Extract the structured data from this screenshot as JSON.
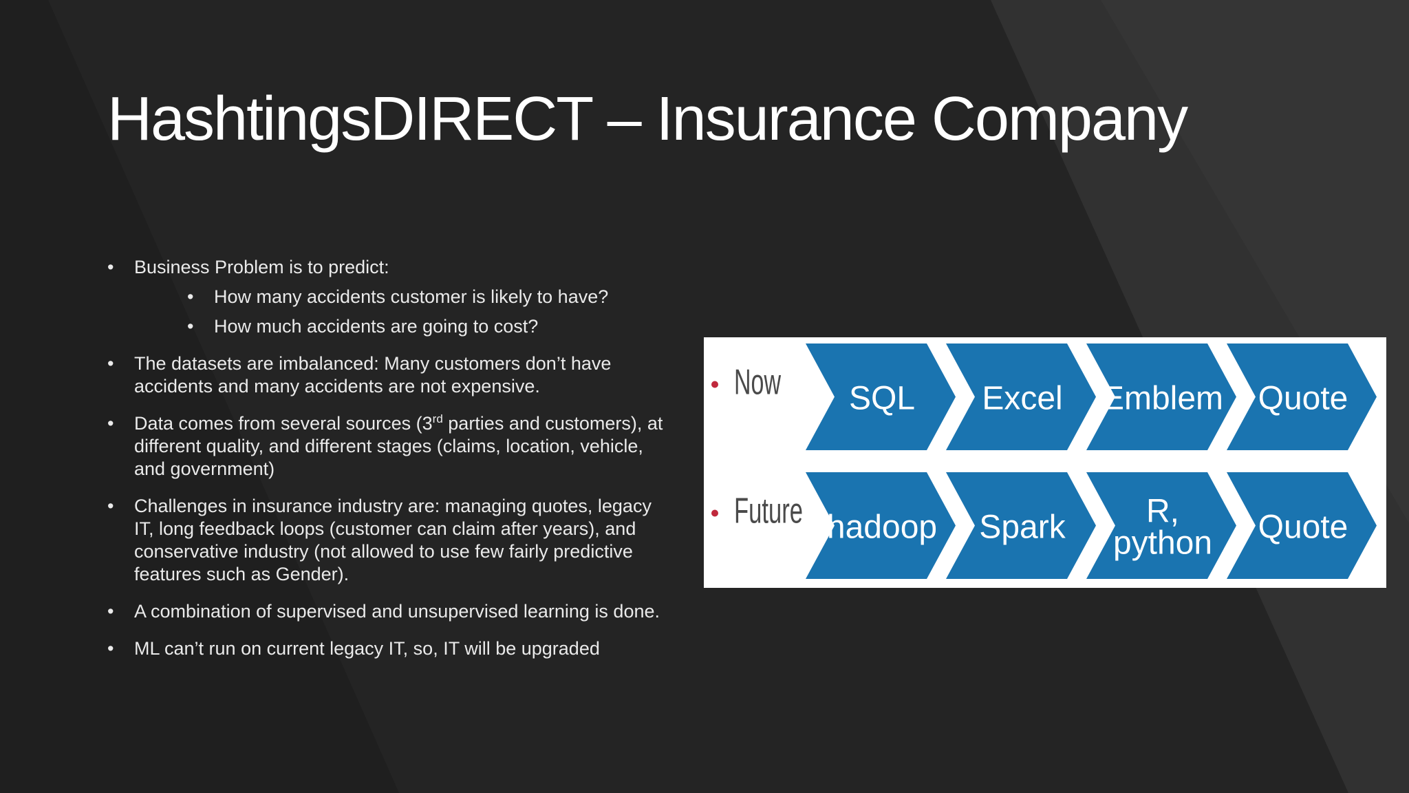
{
  "slide": {
    "title": "HashtingsDIRECT – Insurance Company"
  },
  "bullets": {
    "b1": "Business Problem is to predict:",
    "b1_sub1": "How many accidents customer is likely to have?",
    "b1_sub2": "How much accidents are going to cost?",
    "b2": "The datasets are imbalanced: Many customers don’t have accidents and many accidents are not expensive.",
    "b3_pre": "Data comes from several sources (3",
    "b3_sup": "rd",
    "b3_post": " parties and customers), at different quality, and different stages (claims, location, vehicle, and  government)",
    "b4": "Challenges in insurance industry are: managing quotes, legacy IT, long feedback loops (customer can claim after years), and conservative industry (not allowed to use few fairly predictive features such as Gender).",
    "b5": "A combination of supervised and unsupervised learning is done.",
    "b6": "ML can’t run on current legacy IT, so, IT will be upgraded"
  },
  "diagram": {
    "now_label": "Now",
    "future_label": "Future",
    "now_steps": [
      "SQL",
      "Excel",
      "Emblem",
      "Quote"
    ],
    "future_steps": [
      "hadoop",
      "Spark",
      "R,\npython",
      "Quote"
    ],
    "arrow_color": "#1a74b0",
    "bullet_color": "#c0283c"
  },
  "colors": {
    "background": "#262626",
    "text": "#eaeaea",
    "title": "#ffffff"
  }
}
